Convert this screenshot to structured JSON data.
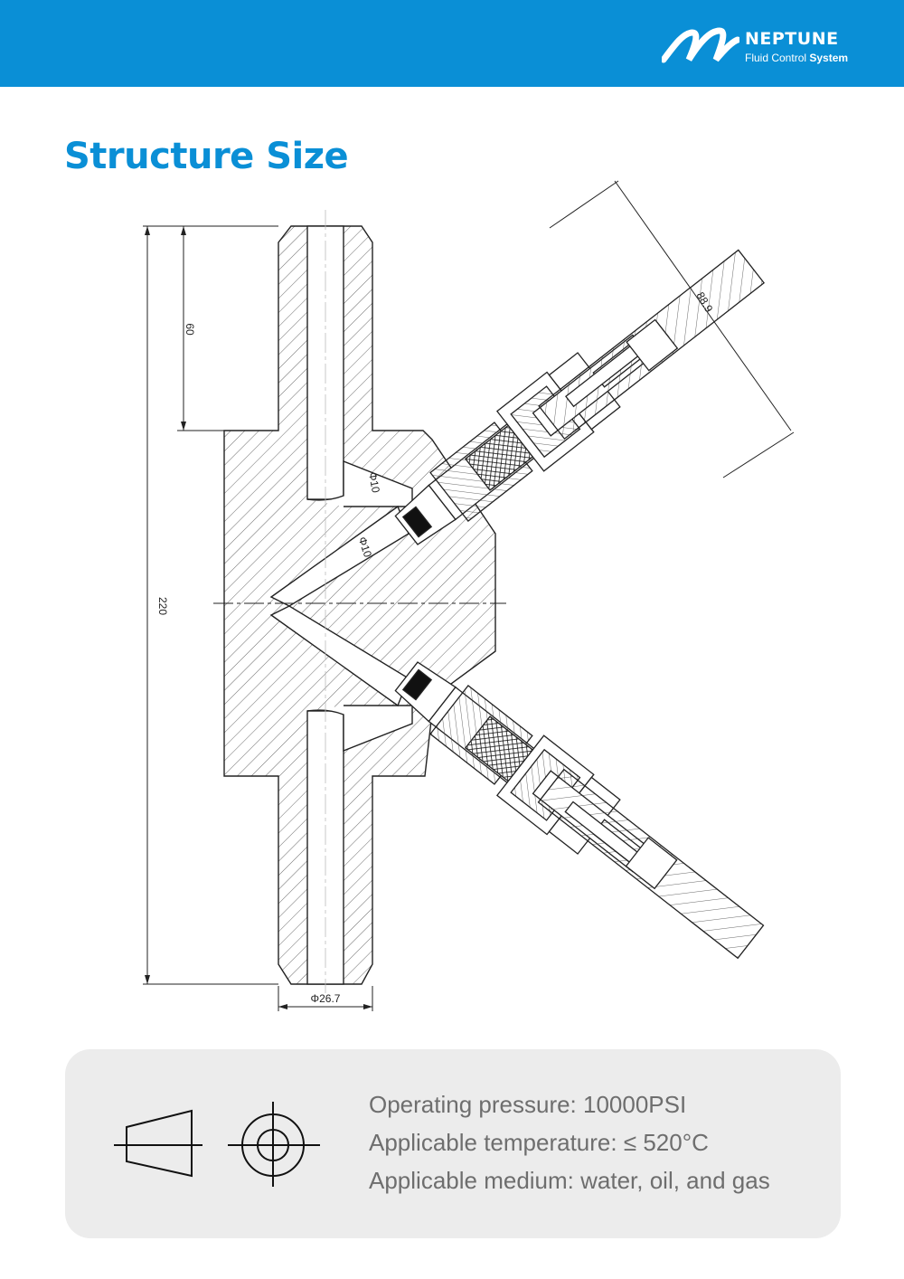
{
  "header": {
    "brand_name": "NEPTUNE",
    "brand_tagline_light": "Fluid Control ",
    "brand_tagline_bold": "System"
  },
  "page_title": "Structure Size",
  "drawing": {
    "dimensions": {
      "total_height": "220",
      "upper_length": "60",
      "bore_upper": "Φ10",
      "bore_angled": "Φ10",
      "handwheel_diameter": "88.9",
      "pipe_diameter": "Φ26.7"
    }
  },
  "specs": {
    "pressure": "Operating pressure: 10000PSI",
    "temperature": "Applicable temperature: ≤ 520°C",
    "medium": "Applicable medium: water, oil, and gas"
  },
  "colors": {
    "brand_blue": "#0a8fd6",
    "spec_box_bg": "#ececec",
    "spec_text": "#6e6e6e"
  },
  "icons": [
    "neptune-logo-icon",
    "projection-cone-icon",
    "projection-circle-icon"
  ]
}
